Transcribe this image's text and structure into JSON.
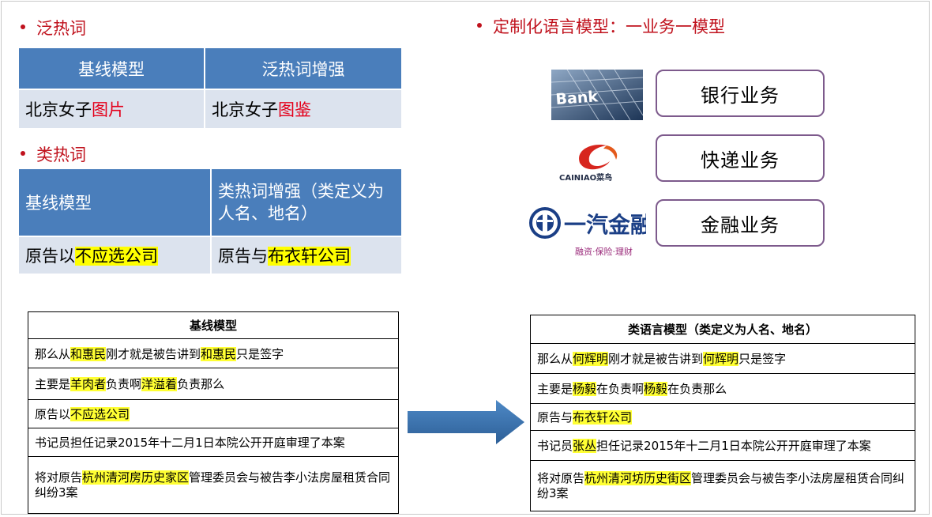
{
  "left": {
    "heading1": "泛热词",
    "table1": {
      "header_left": "基线模型",
      "header_right": "泛热词增强",
      "row_left_plain": "北京女子",
      "row_left_red": "图片",
      "row_right_plain": "北京女子",
      "row_right_red": "图鉴"
    },
    "heading2": "类热词",
    "table2": {
      "header_left": "基线模型",
      "header_right": "类热词增强（类定义为人名、地名）",
      "row_left_plain": "原告以",
      "row_left_hl": "不应选公司",
      "row_right_plain": "原告与",
      "row_right_hl": "布衣轩公司"
    }
  },
  "right": {
    "heading": "定制化语言模型：一业务一模型",
    "logos": {
      "bank_text": "Bank",
      "cainiao_text": "CAINIAO菜鸟",
      "finance_text": "一汽金融",
      "finance_sub": "融资·保险·理财"
    },
    "businesses": [
      "银行业务",
      "快递业务",
      "金融业务"
    ]
  },
  "baseline_box": {
    "title": "基线模型",
    "rows": [
      [
        {
          "t": "那么从"
        },
        {
          "t": "和惠民",
          "h": true
        },
        {
          "t": "刚才就是被告讲到"
        },
        {
          "t": "和惠民",
          "h": true
        },
        {
          "t": "只是签字"
        }
      ],
      [
        {
          "t": "主要是"
        },
        {
          "t": "羊肉者",
          "h": true
        },
        {
          "t": "负责啊"
        },
        {
          "t": "洋溢着",
          "h": true
        },
        {
          "t": "负责那么"
        }
      ],
      [
        {
          "t": "原告以"
        },
        {
          "t": "不应选公司",
          "h": true
        }
      ],
      [
        {
          "t": "书记员担任记录2015年十二月1日本院公开开庭审理了本案"
        }
      ],
      [
        {
          "t": "将对原告"
        },
        {
          "t": "杭州清河房历史家区",
          "h": true
        },
        {
          "t": "管理委员会与被告李小法房屋租赁合同纠纷3案"
        }
      ]
    ]
  },
  "class_box": {
    "title": "类语言模型（类定义为人名、地名）",
    "rows": [
      [
        {
          "t": "那么从"
        },
        {
          "t": "何辉明",
          "h": true
        },
        {
          "t": "刚才就是被告讲到"
        },
        {
          "t": "何辉明",
          "h": true
        },
        {
          "t": "只是签字"
        }
      ],
      [
        {
          "t": "主要是"
        },
        {
          "t": "杨毅",
          "h": true
        },
        {
          "t": "在负责啊"
        },
        {
          "t": "杨毅",
          "h": true
        },
        {
          "t": "在负责那么"
        }
      ],
      [
        {
          "t": "原告与"
        },
        {
          "t": "布衣轩公司",
          "h": true
        }
      ],
      [
        {
          "t": "书记员"
        },
        {
          "t": "张丛",
          "h": true
        },
        {
          "t": "担任记录2015年十二月1日本院公开开庭审理了本案"
        }
      ],
      [
        {
          "t": "将对原告"
        },
        {
          "t": "杭州清河坊历史街区",
          "h": true
        },
        {
          "t": "管理委员会与被告李小法房屋租赁合同纠纷3案"
        }
      ]
    ]
  },
  "colors": {
    "heading_red": "#c0121d",
    "table_header_blue": "#4a7ebb",
    "table_body": "#dce3ee",
    "highlight": "#ffff00",
    "arrow_blue": "#3a72b0",
    "business_border": "#7d5a8c"
  }
}
